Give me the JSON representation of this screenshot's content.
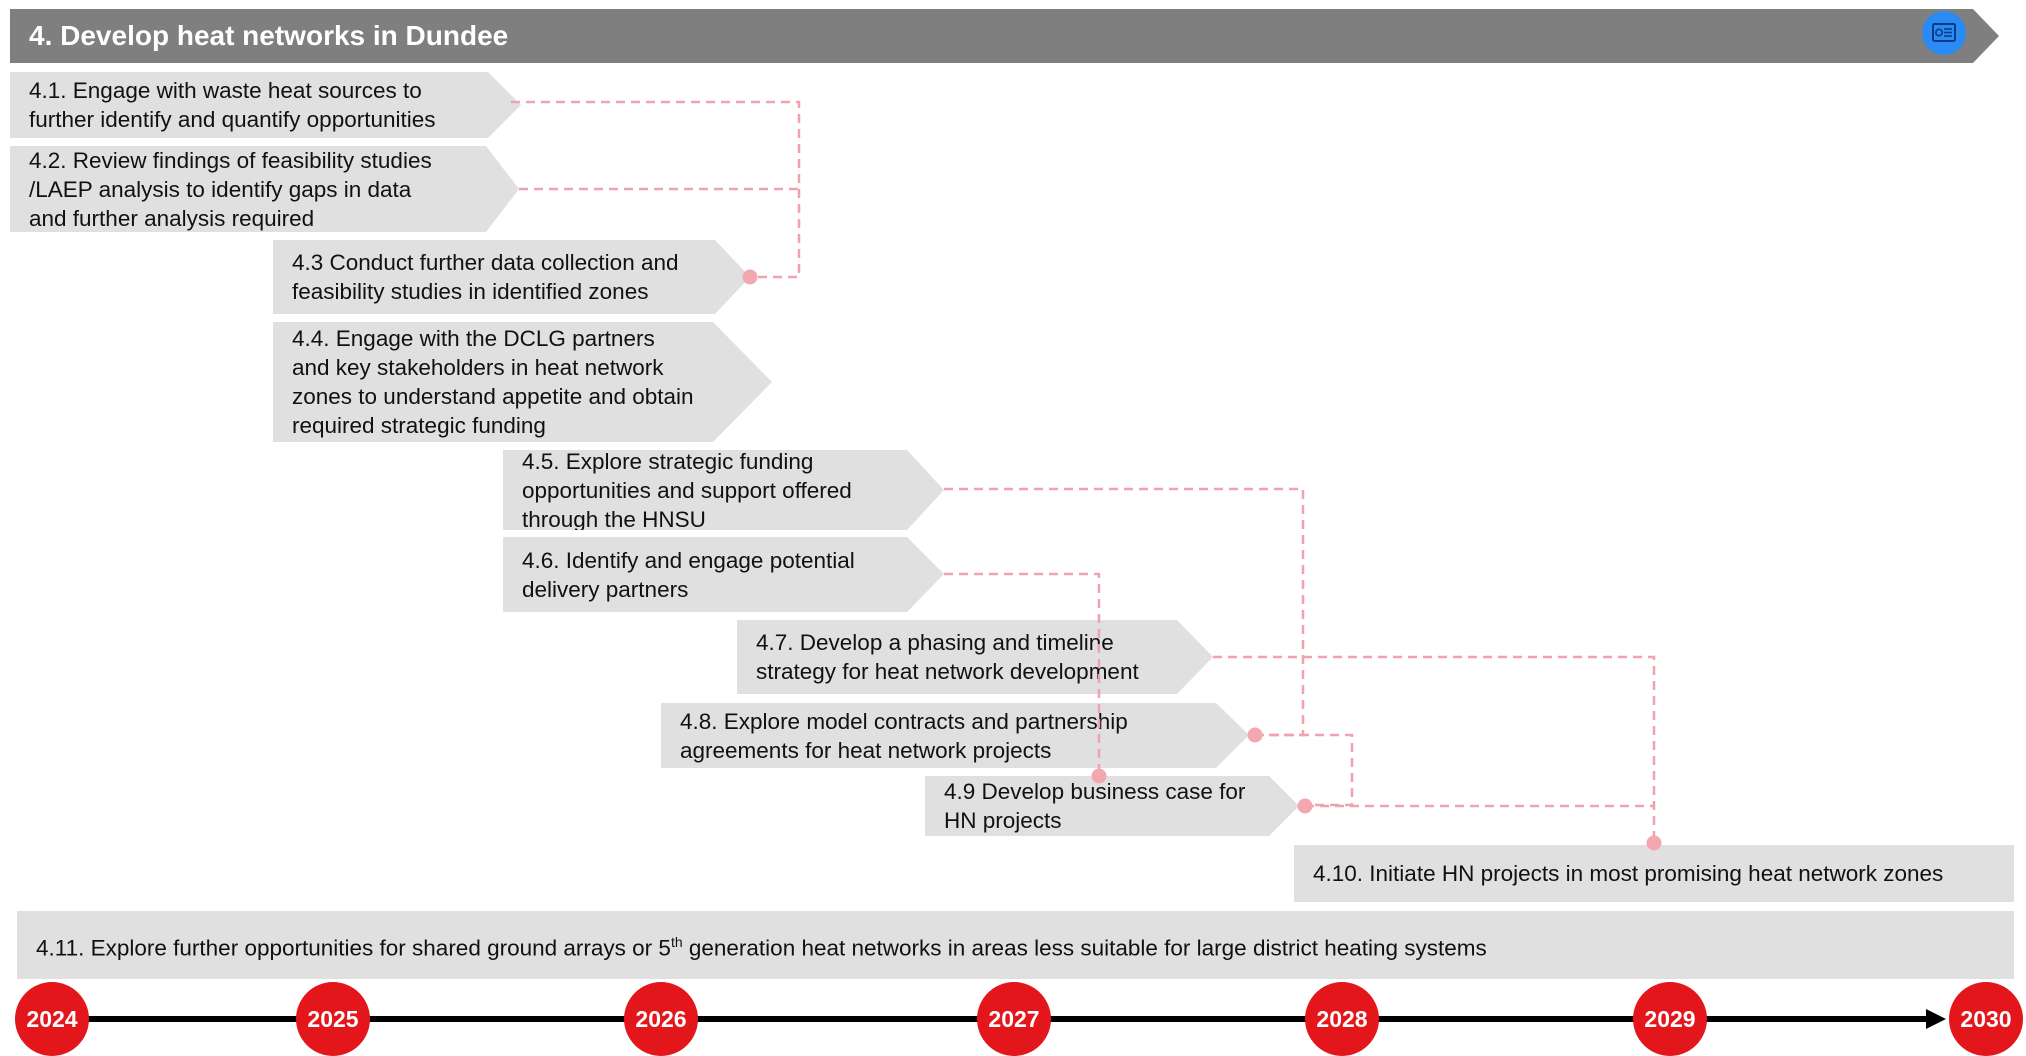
{
  "header": {
    "title": "4. Develop heat networks in Dundee",
    "icon": "presentation-icon",
    "colors": {
      "banner": "#7f7f7f",
      "button": "#2a8cf2"
    }
  },
  "tasks": [
    {
      "id": "4.1",
      "label": "4.1. Engage with waste heat sources to\nfurther identify and quantify opportunities"
    },
    {
      "id": "4.2",
      "label": "4.2. Review findings of feasibility studies\n/LAEP analysis to identify gaps in data\nand further analysis required"
    },
    {
      "id": "4.3",
      "label": "4.3 Conduct further data collection and\nfeasibility studies in identified zones"
    },
    {
      "id": "4.4",
      "label": "4.4. Engage with the DCLG partners\nand key stakeholders in heat network\nzones to understand appetite and obtain\nrequired strategic funding"
    },
    {
      "id": "4.5",
      "label": "4.5. Explore strategic funding\nopportunities and support offered\nthrough the HNSU"
    },
    {
      "id": "4.6",
      "label": "4.6. Identify and engage potential\ndelivery partners"
    },
    {
      "id": "4.7",
      "label": "4.7. Develop a phasing and timeline\nstrategy for heat network development"
    },
    {
      "id": "4.8",
      "label": "4.8. Explore model contracts and partnership\nagreements for heat network projects"
    },
    {
      "id": "4.9",
      "label": "4.9 Develop business case for\nHN projects"
    },
    {
      "id": "4.10",
      "label": "4.10. Initiate HN projects in most promising heat network zones"
    }
  ],
  "bar_4_11": {
    "prefix": "4.11. Explore further opportunities for shared ground arrays or 5",
    "superscript": "th",
    "suffix": " generation heat networks in areas less suitable for large district heating systems"
  },
  "timeline": {
    "years": [
      "2024",
      "2025",
      "2026",
      "2027",
      "2028",
      "2029",
      "2030"
    ],
    "colors": {
      "year_circle": "#e3161b",
      "axis": "#000000"
    }
  },
  "colors": {
    "task_fill": "#e0e0e0",
    "connector": "#f0a3ac"
  }
}
